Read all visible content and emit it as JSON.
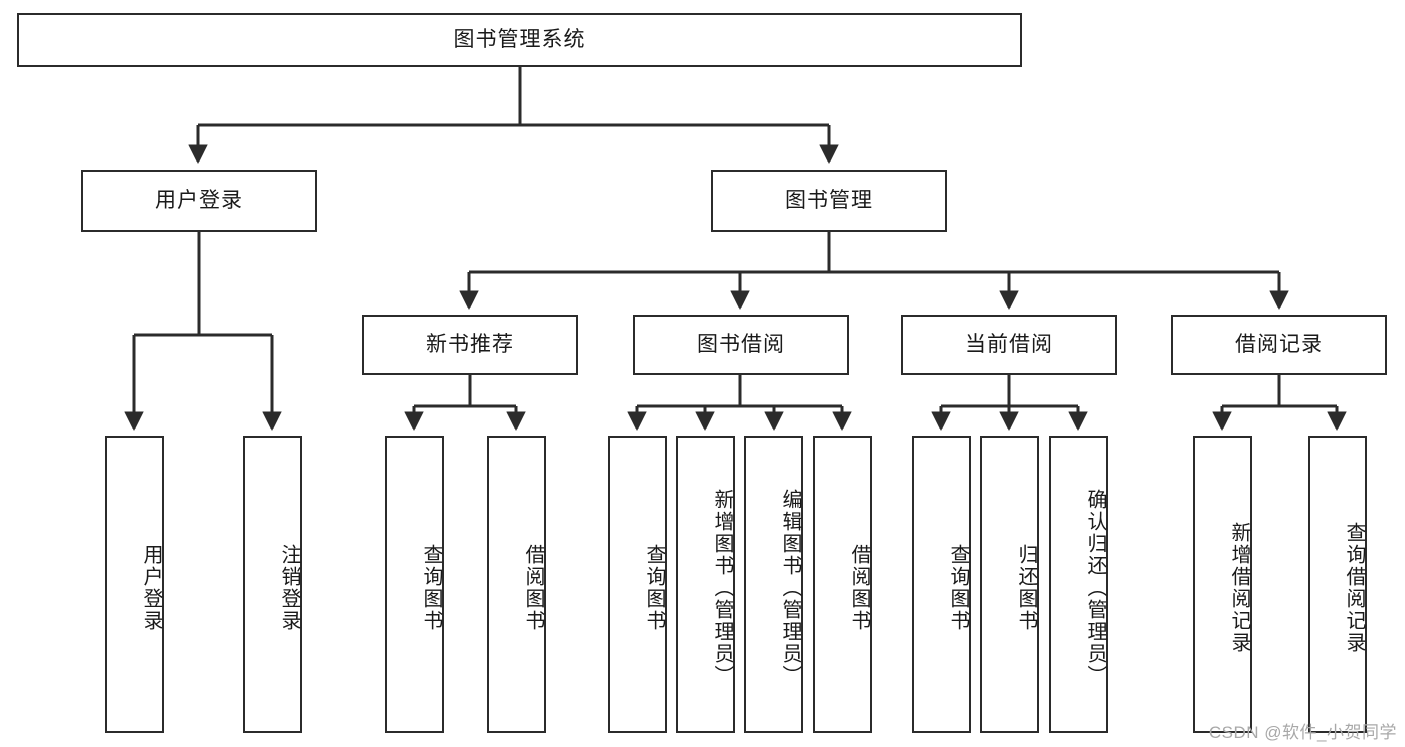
{
  "diagram": {
    "type": "tree",
    "title": "图书管理系统",
    "orientation": "top-down",
    "colors": {
      "box_border": "#2b2b2b",
      "box_fill": "#ffffff",
      "edge": "#2b2b2b",
      "text": "#1a1a1a",
      "watermark": "#a8a8a8",
      "background": "#ffffff"
    },
    "nodes": {
      "root": {
        "label": "图书管理系统"
      },
      "level2": [
        {
          "id": "user-login",
          "label": "用户登录"
        },
        {
          "id": "book-manage",
          "label": "图书管理"
        }
      ],
      "level3": [
        {
          "id": "new-book-recommend",
          "label": "新书推荐"
        },
        {
          "id": "book-borrow",
          "label": "图书借阅"
        },
        {
          "id": "current-borrow",
          "label": "当前借阅"
        },
        {
          "id": "borrow-record",
          "label": "借阅记录"
        }
      ],
      "leaves": {
        "user-login": [
          {
            "id": "leaf-user-login",
            "label": "用户登录"
          },
          {
            "id": "leaf-user-logout",
            "label": "注销登录"
          }
        ],
        "new-book-recommend": [
          {
            "id": "leaf-query-book-1",
            "label": "查询图书"
          },
          {
            "id": "leaf-borrow-book-1",
            "label": "借阅图书"
          }
        ],
        "book-borrow": [
          {
            "id": "leaf-query-book-2",
            "label": "查询图书"
          },
          {
            "id": "leaf-add-book",
            "label": "新增图书（管理员）"
          },
          {
            "id": "leaf-edit-book",
            "label": "编辑图书（管理员）"
          },
          {
            "id": "leaf-borrow-book-2",
            "label": "借阅图书"
          }
        ],
        "current-borrow": [
          {
            "id": "leaf-query-book-3",
            "label": "查询图书"
          },
          {
            "id": "leaf-return-book",
            "label": "归还图书"
          },
          {
            "id": "leaf-confirm-return",
            "label": "确认归还（管理员）"
          }
        ],
        "borrow-record": [
          {
            "id": "leaf-add-record",
            "label": "新增借阅记录"
          },
          {
            "id": "leaf-query-record",
            "label": "查询借阅记录"
          }
        ]
      }
    },
    "watermark": "CSDN @软件_小贺同学"
  }
}
